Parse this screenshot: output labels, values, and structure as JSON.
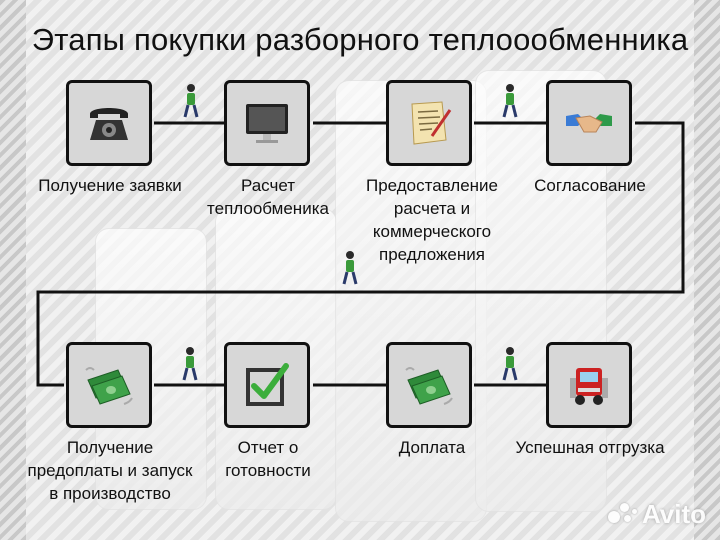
{
  "title": "Этапы покупки разборного теплоообменника",
  "steps": [
    {
      "lines": [
        "Получение заявки"
      ],
      "icon": "telephone-icon"
    },
    {
      "lines": [
        "Расчет",
        "теплообменика"
      ],
      "icon": "monitor-icon"
    },
    {
      "lines": [
        "Предоставление",
        "расчета и",
        "коммерческого",
        "предложения"
      ],
      "icon": "document-icon"
    },
    {
      "lines": [
        "Согласование"
      ],
      "icon": "handshake-icon"
    },
    {
      "lines": [
        "Получение",
        "предоплаты и запуск",
        "в производство"
      ],
      "icon": "money-icon"
    },
    {
      "lines": [
        "Отчет о",
        "готовности"
      ],
      "icon": "checkmark-icon"
    },
    {
      "lines": [
        "Доплата"
      ],
      "icon": "money-icon"
    },
    {
      "lines": [
        "Успешная отгрузка"
      ],
      "icon": "truck-icon"
    }
  ],
  "watermark": "Avito",
  "colors": {
    "node_fill": "#d7d7d7",
    "connector": "#111111",
    "walker_shirt": "#3a9a3a",
    "check": "#3cae3c",
    "money": "#2f8a3a",
    "truck": "#cc2222"
  }
}
